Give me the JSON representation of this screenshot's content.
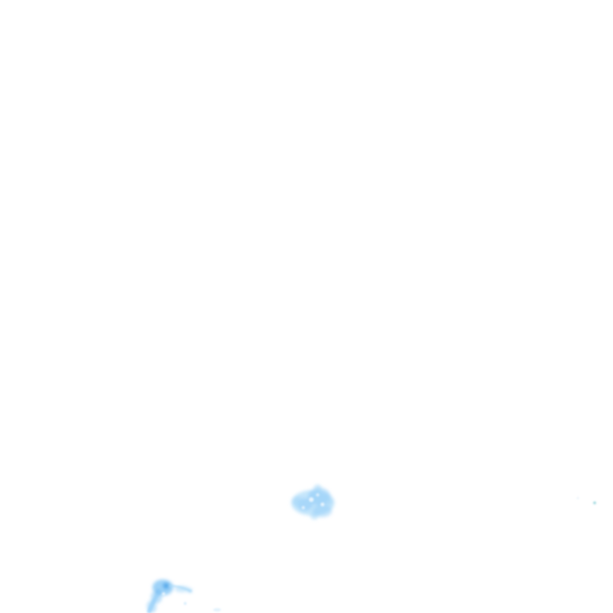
{
  "map": {
    "layer": "heatmap",
    "background": "#ffffff",
    "colors": {
      "light": "#bfe3fb",
      "mid": "#8ccaf7",
      "dark": "#3f9fe6",
      "core": "#1f7fd1"
    },
    "clusters": [
      {
        "id": "cluster-central",
        "intensity": "low"
      },
      {
        "id": "cluster-southwest",
        "intensity": "medium"
      },
      {
        "id": "cluster-east-speck",
        "intensity": "very-low"
      }
    ]
  }
}
